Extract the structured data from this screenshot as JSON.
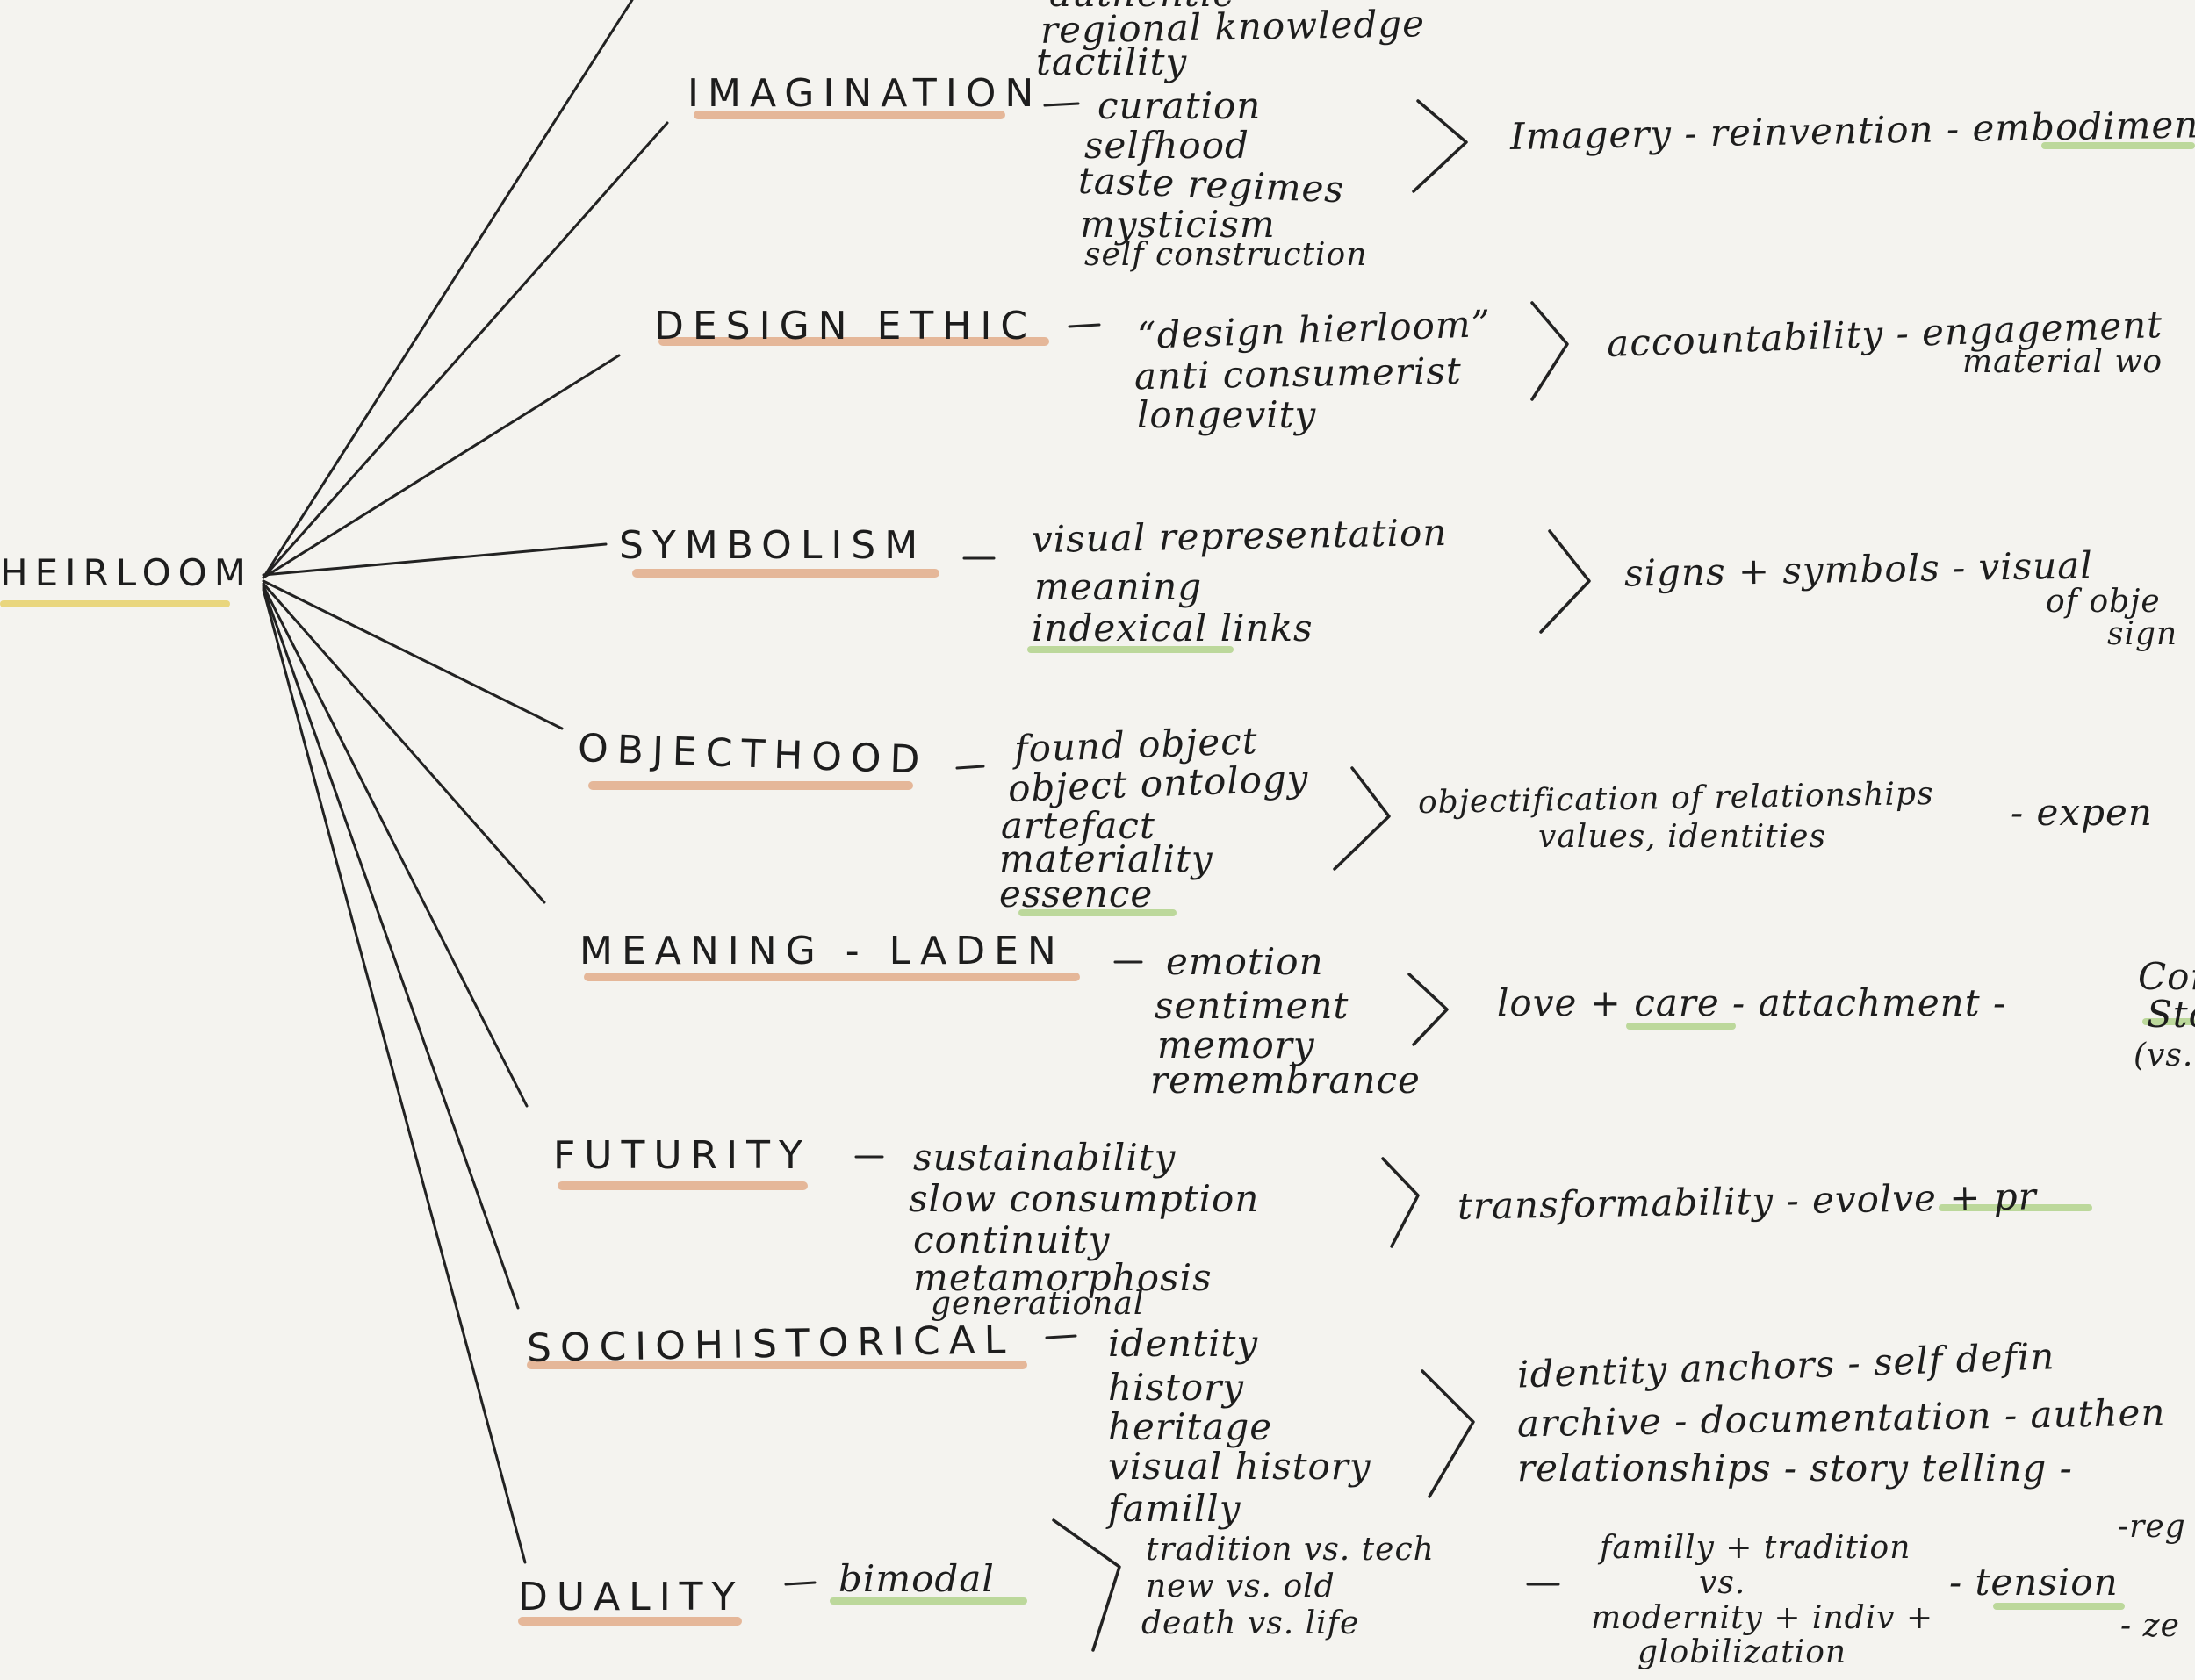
{
  "root": {
    "label": "HEIRLOOM"
  },
  "colors": {
    "ink": "#1d1d1d",
    "orange": "#e0a37c",
    "green": "#a9cf7f",
    "yellow": "#e6cc58",
    "paper": "#f4f3ef"
  },
  "branches": {
    "top": {
      "items": [
        "authentic",
        "regional knowledge",
        "tactility"
      ]
    },
    "imagination": {
      "label": "IMAGINATION",
      "items": [
        "curation",
        "selfhood",
        "taste regimes",
        "mysticism",
        "self construction"
      ],
      "outcome": "Imagery - reinvention - embodiment"
    },
    "design_ethic": {
      "label": "DESIGN ETHIC",
      "items": [
        "“design hierloom”",
        "anti consumerist",
        "longevity"
      ],
      "outcome": "accountability - engagement",
      "outcome_2": "material wo"
    },
    "symbolism": {
      "label": "SYMBOLISM",
      "items": [
        "visual representation",
        "meaning",
        "indexical links"
      ],
      "outcome": "signs + symbols - visual",
      "outcome_2": "of obje",
      "outcome_3": "sign"
    },
    "objecthood": {
      "label": "OBJECTHOOD",
      "items": [
        "found object",
        "object ontology",
        "artefact",
        "materiality",
        "essence"
      ],
      "outcome": "objectification of relationships",
      "outcome_2": "values, identities",
      "outcome_3": "- expen"
    },
    "meaning_laden": {
      "label": "MEANING - LADEN",
      "items": [
        "emotion",
        "sentiment",
        "memory",
        "remembrance"
      ],
      "outcome": "love + care - attachment -",
      "outcome_2": "Cor",
      "outcome_3": "Sto",
      "outcome_4": "(vs. in"
    },
    "futurity": {
      "label": "FUTURITY",
      "items": [
        "sustainability",
        "slow consumption",
        "continuity",
        "metamorphosis",
        "generational"
      ],
      "outcome": "transformability - evolve + pr"
    },
    "sociohistorical": {
      "label": "SOCIOHISTORICAL",
      "items": [
        "identity",
        "history",
        "heritage",
        "visual history",
        "familly"
      ],
      "outcome": "identity anchors - self defin",
      "outcome_2": "archive - documentation - authen",
      "outcome_3": "relationships - story telling -"
    },
    "duality": {
      "label": "DUALITY",
      "sub": "bimodal",
      "items": [
        "tradition vs. tech",
        "new vs. old",
        "death vs. life"
      ],
      "middle": [
        "familly + tradition",
        "vs.",
        "modernity + indiv +",
        "globilization"
      ],
      "outcome": "- tension",
      "outcome_2": "-reg",
      "outcome_3": "- ze"
    }
  }
}
